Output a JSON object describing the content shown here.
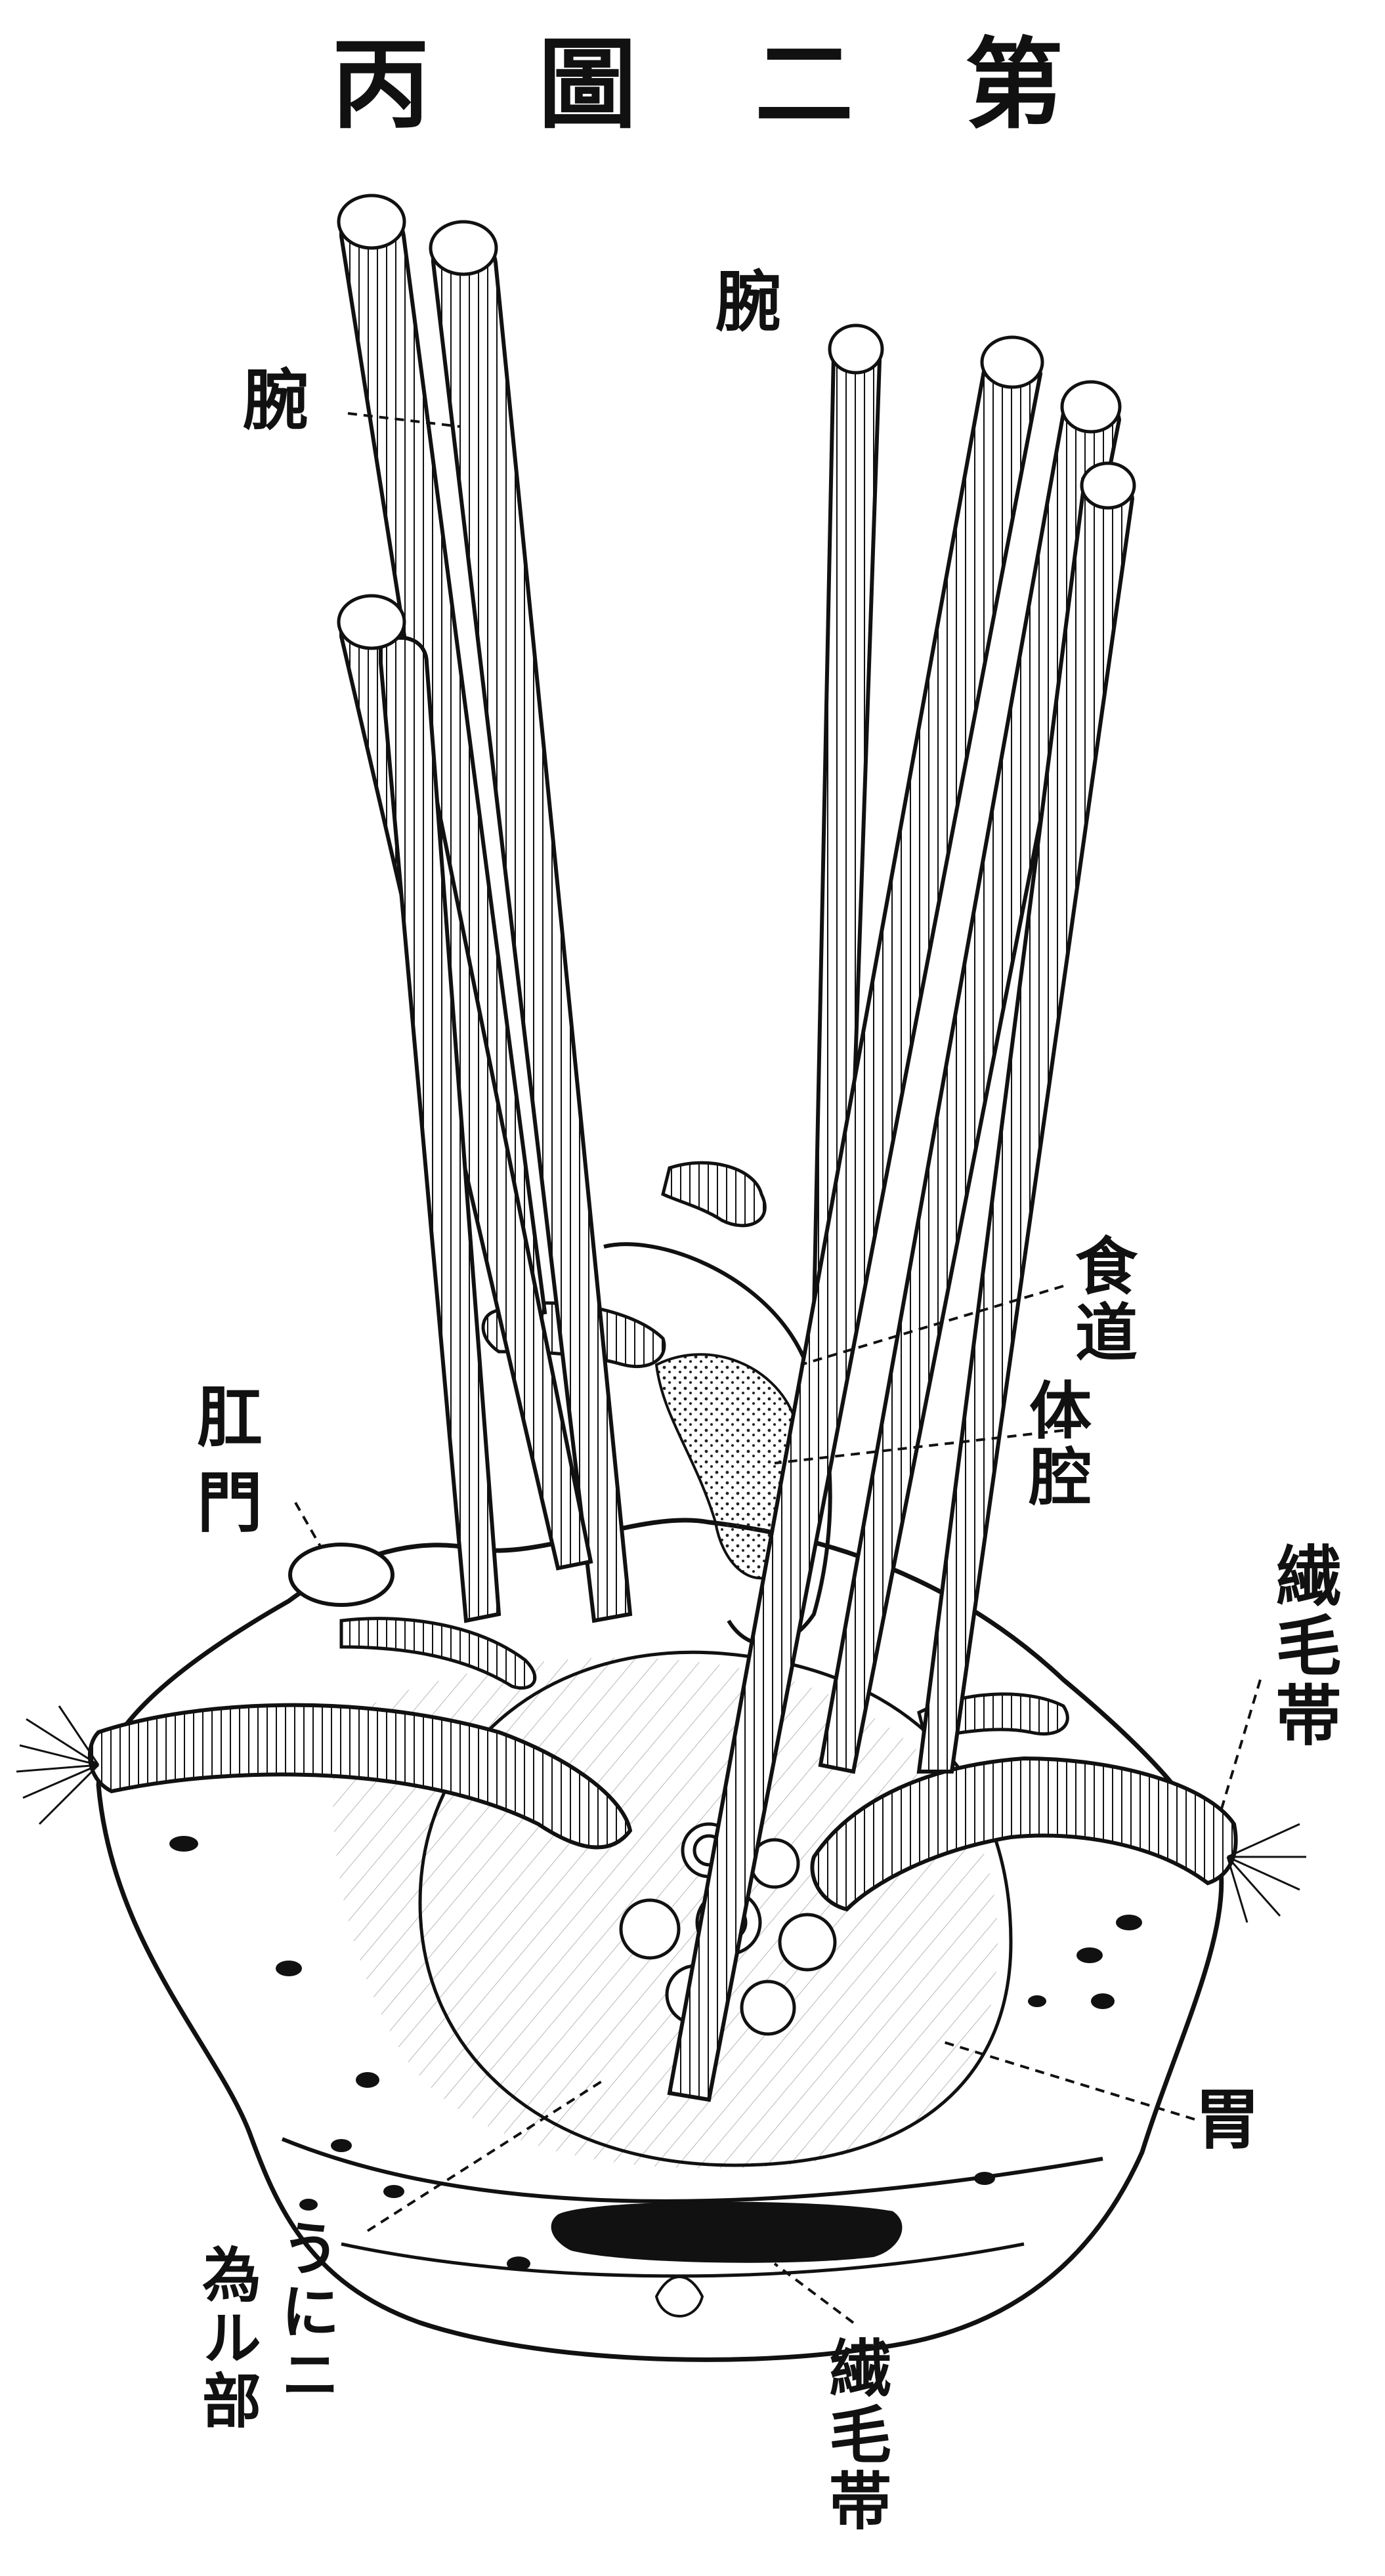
{
  "title": {
    "chars": [
      "丙",
      "圖",
      "二",
      "第"
    ]
  },
  "labels": {
    "arm_left": "腕",
    "arm_top": "腕",
    "esophagus": "食道",
    "coelom": "体腔",
    "anus_1": "肛",
    "anus_2": "門",
    "ciliated_band_right": "繊毛帯",
    "stomach": "胃",
    "sea_urchin_part_col1": "為ル部",
    "sea_urchin_part_col2": "うにニ",
    "ciliated_band_bottom": "繊毛帯"
  },
  "colors": {
    "ink": "#111111",
    "paper": "#ffffff"
  }
}
